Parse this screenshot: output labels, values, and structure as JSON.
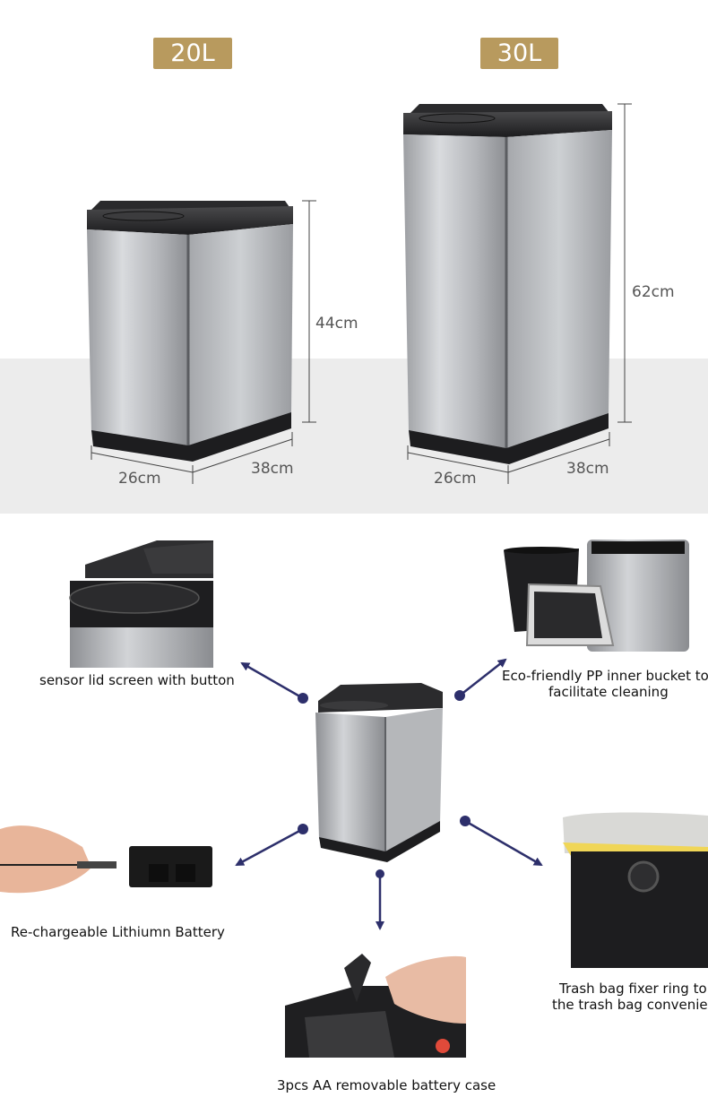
{
  "sizes": {
    "small": {
      "capacity": "20L",
      "height": "44cm",
      "width": "26cm",
      "depth": "38cm"
    },
    "large": {
      "capacity": "30L",
      "height": "62cm",
      "width": "26cm",
      "depth": "38cm"
    }
  },
  "features": {
    "sensor": {
      "label": "sensor lid screen with button"
    },
    "bucket": {
      "line1": "Eco-friendly PP inner bucket to",
      "line2": "facilitate cleaning"
    },
    "battery": {
      "label": "Re-chargeable Lithiumn Battery"
    },
    "ring": {
      "line1": "Trash bag fixer ring to",
      "line2": "the trash bag convenie"
    },
    "case": {
      "label": "3pcs AA removable battery case"
    }
  },
  "colors": {
    "badge": "#b89a5e",
    "arrow": "#2d2f6b",
    "floor": "#ececec"
  }
}
